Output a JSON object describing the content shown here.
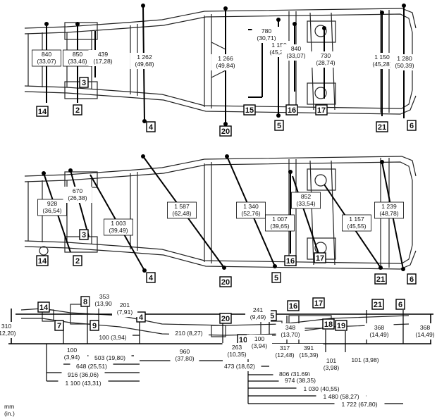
{
  "units": {
    "line1": "mm",
    "line2": "(in.)"
  },
  "top_view": {
    "dims": [
      {
        "id": "t840",
        "text1": "840",
        "text2": "(33,07)"
      },
      {
        "id": "t850",
        "text1": "850",
        "text2": "(33,46)"
      },
      {
        "id": "t439",
        "text1": "439",
        "text2": "(17,28)"
      },
      {
        "id": "t1262",
        "text1": "1 262",
        "text2": "(49,68)"
      },
      {
        "id": "t1266",
        "text1": "1 266",
        "text2": "(49,84)"
      },
      {
        "id": "t780",
        "text1": "780",
        "text2": "(30,71)"
      },
      {
        "id": "t1150a",
        "text1": "1 150",
        "text2": "(45,28)"
      },
      {
        "id": "t840b",
        "text1": "840",
        "text2": "(33,07)"
      },
      {
        "id": "t730",
        "text1": "730",
        "text2": "(28,74)"
      },
      {
        "id": "t1150b",
        "text1": "1 150",
        "text2": "(45,28)"
      },
      {
        "id": "t1280",
        "text1": "1 280",
        "text2": "(50,39)"
      }
    ],
    "points": [
      "14",
      "2",
      "3",
      "4",
      "20",
      "15",
      "5",
      "16",
      "17",
      "21",
      "6"
    ]
  },
  "mid_view": {
    "dims": [
      {
        "id": "m928",
        "text1": "928",
        "text2": "(36,54)"
      },
      {
        "id": "m670",
        "text1": "670",
        "text2": "(26,38)"
      },
      {
        "id": "m1003",
        "text1": "1 003",
        "text2": "(39,49)"
      },
      {
        "id": "m1587",
        "text1": "1 587",
        "text2": "(62,48)"
      },
      {
        "id": "m1340",
        "text1": "1 340",
        "text2": "(52,76)"
      },
      {
        "id": "m1007",
        "text1": "1 007",
        "text2": "(39,65)"
      },
      {
        "id": "m852",
        "text1": "852",
        "text2": "(33,54)"
      },
      {
        "id": "m1157",
        "text1": "1 157",
        "text2": "(45,55)"
      },
      {
        "id": "m1239",
        "text1": "1 239",
        "text2": "(48,78)"
      }
    ],
    "points": [
      "14",
      "2",
      "3",
      "4",
      "20",
      "5",
      "16",
      "17",
      "21",
      "6"
    ]
  },
  "side_view": {
    "dims": [
      {
        "id": "s310",
        "text1": "310",
        "text2": "(12,20)"
      },
      {
        "id": "s100a",
        "text1": "100",
        "text2": "(3,94)"
      },
      {
        "id": "s353",
        "text1": "353",
        "text2": "(13,90)"
      },
      {
        "id": "s201",
        "text1": "201",
        "text2": "(7,91)"
      },
      {
        "id": "s100b",
        "text1": "100 (3,94)",
        "text2": ""
      },
      {
        "id": "s210",
        "text1": "210 (8,27)",
        "text2": ""
      },
      {
        "id": "s241",
        "text1": "241",
        "text2": "(9,49)"
      },
      {
        "id": "s100c",
        "text1": "100",
        "text2": "(3,94)"
      },
      {
        "id": "s263",
        "text1": "263",
        "text2": "(10,35)"
      },
      {
        "id": "s348",
        "text1": "348",
        "text2": "(13,70)"
      },
      {
        "id": "s317",
        "text1": "317",
        "text2": "(12,48)"
      },
      {
        "id": "s391",
        "text1": "391",
        "text2": "(15,39)"
      },
      {
        "id": "s101a",
        "text1": "101",
        "text2": "(3,98)"
      },
      {
        "id": "s101b",
        "text1": "101 (3,98)",
        "text2": ""
      },
      {
        "id": "s368a",
        "text1": "368",
        "text2": "(14,49)"
      },
      {
        "id": "s368b",
        "text1": "368",
        "text2": "(14,49)"
      },
      {
        "id": "s503",
        "text1": "503 (19,80)",
        "text2": ""
      },
      {
        "id": "s648",
        "text1": "648 (25,51)",
        "text2": ""
      },
      {
        "id": "s916",
        "text1": "916 (36,06)",
        "text2": ""
      },
      {
        "id": "s1100",
        "text1": "1 100 (43,31)",
        "text2": ""
      },
      {
        "id": "s960",
        "text1": "960",
        "text2": "(37,80)"
      },
      {
        "id": "s473",
        "text1": "473 (18,62)",
        "text2": ""
      },
      {
        "id": "s806",
        "text1": "806 (31,69)",
        "text2": ""
      },
      {
        "id": "s974",
        "text1": "974 (38,35)",
        "text2": ""
      },
      {
        "id": "s1030",
        "text1": "1 030 (40,55)",
        "text2": ""
      },
      {
        "id": "s1480",
        "text1": "1 480 (58,27)",
        "text2": ""
      },
      {
        "id": "s1722",
        "text1": "1 722 (67,80)",
        "text2": ""
      }
    ],
    "points": [
      "14",
      "7",
      "8",
      "9",
      "4",
      "20",
      "10",
      "5",
      "16",
      "17",
      "18",
      "19",
      "21",
      "6"
    ]
  }
}
